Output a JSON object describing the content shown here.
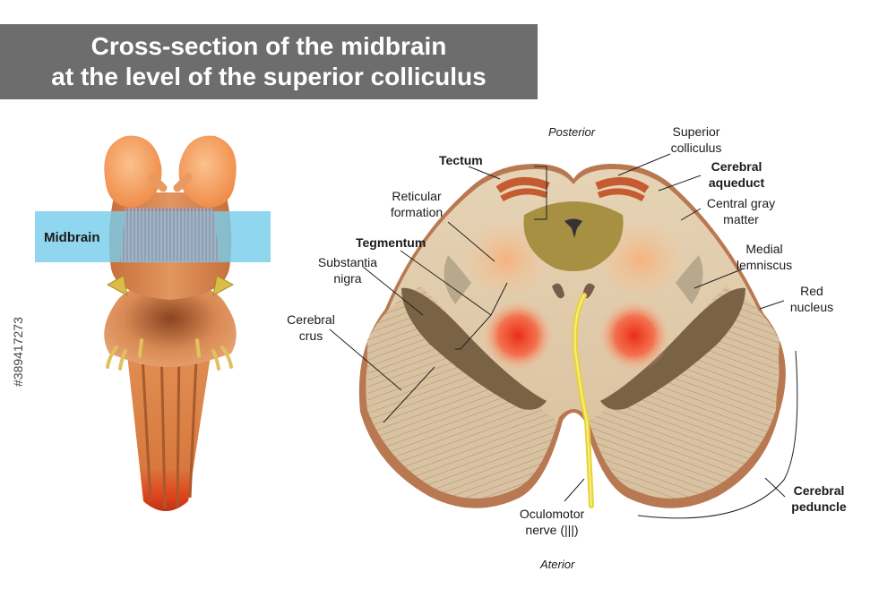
{
  "title": {
    "line1": "Cross-section of the midbrain",
    "line2": "at the level of the superior colliculus"
  },
  "brainstem_view": {
    "band_label": "Midbrain"
  },
  "cross_section": {
    "orientation": {
      "top": "Posterior",
      "bottom": "Aterior"
    },
    "labels": {
      "tectum": "Tectum",
      "superior_colliculus": [
        "Superior",
        "colliculus"
      ],
      "cerebral_aqueduct": [
        "Cerebral",
        "aqueduct"
      ],
      "central_gray_matter": [
        "Central gray",
        "matter"
      ],
      "reticular_formation": [
        "Reticular",
        "formation"
      ],
      "tegmentum": "Tegmentum",
      "medial_lemniscus": [
        "Medial",
        "lemniscus"
      ],
      "substantia_nigra": [
        "Substantia",
        "nigra"
      ],
      "red_nucleus": [
        "Red",
        "nucleus"
      ],
      "cerebral_crus": [
        "Cerebral",
        "crus"
      ],
      "cerebral_peduncle": [
        "Cerebral",
        "peduncle"
      ],
      "oculomotor_nerve": [
        "Oculomotor",
        "nerve (|||)"
      ]
    }
  },
  "watermark_id": "#389417273"
}
